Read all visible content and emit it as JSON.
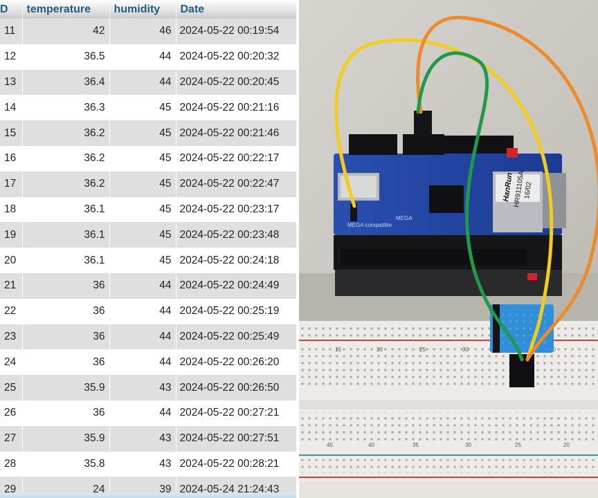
{
  "table": {
    "columns": [
      "D",
      "temperature",
      "humidity",
      "Date"
    ],
    "rows": [
      {
        "id": "11",
        "temperature": "42",
        "humidity": "46",
        "date": "2024-05-22 00:19:54"
      },
      {
        "id": "12",
        "temperature": "36.5",
        "humidity": "44",
        "date": "2024-05-22 00:20:32"
      },
      {
        "id": "13",
        "temperature": "36.4",
        "humidity": "44",
        "date": "2024-05-22 00:20:45"
      },
      {
        "id": "14",
        "temperature": "36.3",
        "humidity": "45",
        "date": "2024-05-22 00:21:16"
      },
      {
        "id": "15",
        "temperature": "36.2",
        "humidity": "45",
        "date": "2024-05-22 00:21:46"
      },
      {
        "id": "16",
        "temperature": "36.2",
        "humidity": "45",
        "date": "2024-05-22 00:22:17"
      },
      {
        "id": "17",
        "temperature": "36.2",
        "humidity": "45",
        "date": "2024-05-22 00:22:47"
      },
      {
        "id": "18",
        "temperature": "36.1",
        "humidity": "45",
        "date": "2024-05-22 00:23:17"
      },
      {
        "id": "19",
        "temperature": "36.1",
        "humidity": "45",
        "date": "2024-05-22 00:23:48"
      },
      {
        "id": "20",
        "temperature": "36.1",
        "humidity": "45",
        "date": "2024-05-22 00:24:18"
      },
      {
        "id": "21",
        "temperature": "36",
        "humidity": "44",
        "date": "2024-05-22 00:24:49"
      },
      {
        "id": "22",
        "temperature": "36",
        "humidity": "44",
        "date": "2024-05-22 00:25:19"
      },
      {
        "id": "23",
        "temperature": "36",
        "humidity": "44",
        "date": "2024-05-22 00:25:49"
      },
      {
        "id": "24",
        "temperature": "36",
        "humidity": "44",
        "date": "2024-05-22 00:26:20"
      },
      {
        "id": "25",
        "temperature": "35.9",
        "humidity": "43",
        "date": "2024-05-22 00:26:50"
      },
      {
        "id": "26",
        "temperature": "36",
        "humidity": "44",
        "date": "2024-05-22 00:27:21"
      },
      {
        "id": "27",
        "temperature": "35.9",
        "humidity": "43",
        "date": "2024-05-22 00:27:51"
      },
      {
        "id": "28",
        "temperature": "35.8",
        "humidity": "43",
        "date": "2024-05-22 00:28:21"
      },
      {
        "id": "29",
        "temperature": "24",
        "humidity": "39",
        "date": "2024-05-24 21:24:43"
      }
    ]
  },
  "photo": {
    "module_text": [
      "HanRun",
      "HR911105A",
      "16/02"
    ],
    "board_text": [
      "MEGA compatible",
      "MEGA"
    ],
    "breadboard_numbers_top": [
      "15",
      "20",
      "25",
      "30",
      "40"
    ],
    "breadboard_numbers_bottom": [
      "45",
      "40",
      "35",
      "30",
      "25",
      "20"
    ],
    "wire_colors": {
      "yellow": "#f2cc1e",
      "orange": "#ee8a2a",
      "green": "#1f9a4a"
    },
    "board_color": "#1f3f9a",
    "sensor_color": "#2f8fd8"
  }
}
